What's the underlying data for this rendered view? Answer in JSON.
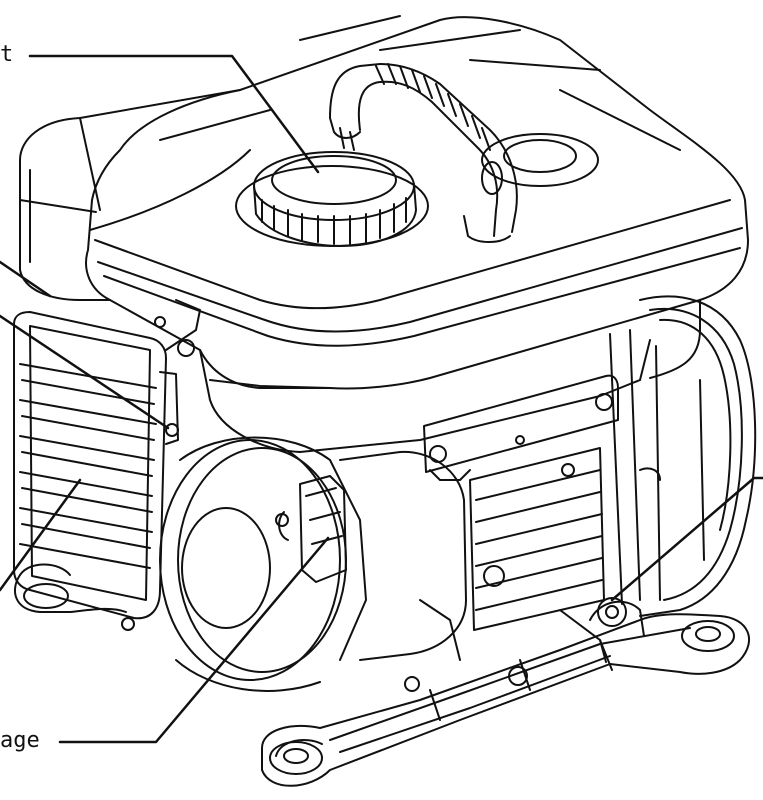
{
  "labels": {
    "top_fragment": "t",
    "bottom_fragment": "age"
  },
  "parts": [
    "fuel-tank-cap",
    "carry-handle",
    "fuel-tank",
    "air-filter-cover",
    "recoil-starter",
    "spark-plug-cover",
    "control-panel",
    "frame-base",
    "alternator-cover"
  ],
  "colors": {
    "line": "#111111",
    "paper": "#ffffff"
  }
}
